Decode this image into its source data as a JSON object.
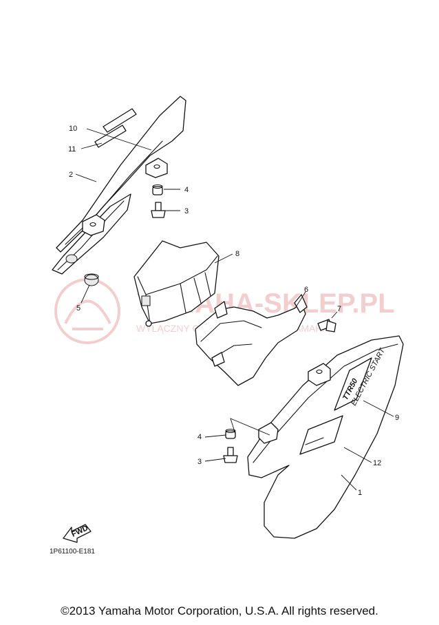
{
  "diagram": {
    "callouts": [
      {
        "id": "10",
        "text": "10"
      },
      {
        "id": "11",
        "text": "11"
      },
      {
        "id": "2",
        "text": "2"
      },
      {
        "id": "4a",
        "text": "4"
      },
      {
        "id": "3a",
        "text": "3"
      },
      {
        "id": "8",
        "text": "8"
      },
      {
        "id": "5",
        "text": "5"
      },
      {
        "id": "6",
        "text": "6"
      },
      {
        "id": "7",
        "text": "7"
      },
      {
        "id": "9",
        "text": "9"
      },
      {
        "id": "4b",
        "text": "4"
      },
      {
        "id": "3b",
        "text": "3"
      },
      {
        "id": "12",
        "text": "12"
      },
      {
        "id": "1",
        "text": "1"
      }
    ],
    "fwd_label": "FWD",
    "decal_text": "TTR50",
    "decal_subtext": "ELECTRIC START",
    "reference_code": "1P61100-E181",
    "watermark": {
      "main": "YAMAHA-SKLEP.PL",
      "sub": "WYLĄCZNY OFICJALNY DEALER YAMAHA"
    }
  },
  "footer": {
    "copyright": "©2013 Yamaha Motor Corporation, U.S.A. All rights reserved."
  }
}
